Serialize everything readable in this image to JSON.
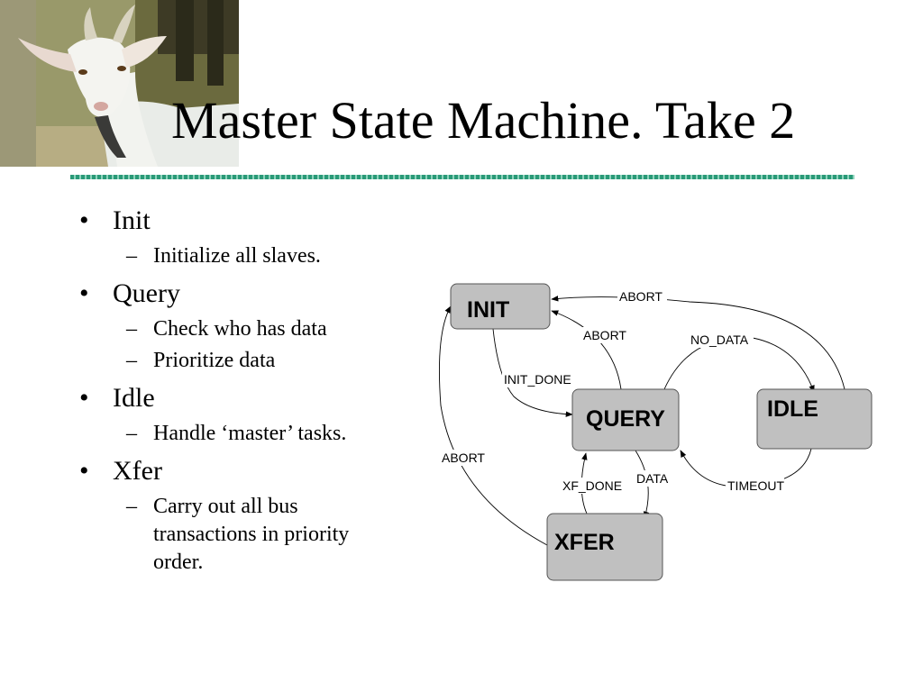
{
  "title": "Master State Machine. Take 2",
  "image_description_icon": "goat-photo",
  "bullets": [
    {
      "label": "Init",
      "subitems": [
        "Initialize all slaves."
      ]
    },
    {
      "label": "Query",
      "subitems": [
        "Check who has data",
        "Prioritize data"
      ]
    },
    {
      "label": "Idle",
      "subitems": [
        "Handle ‘master’ tasks."
      ]
    },
    {
      "label": "Xfer",
      "subitems": [
        "Carry out all bus transactions in priority order."
      ]
    }
  ],
  "diagram": {
    "states": {
      "init": "INIT",
      "query": "QUERY",
      "idle": "IDLE",
      "xfer": "XFER"
    },
    "edges": {
      "abort_idle_init": "ABORT",
      "abort_query_init": "ABORT",
      "no_data": "NO_DATA",
      "init_done": "INIT_DONE",
      "abort_xfer_init": "ABORT",
      "xf_done": "XF_DONE",
      "data": "DATA",
      "timeout": "TIMEOUT"
    },
    "colors": {
      "state_fill": "#c0c0c0",
      "state_stroke": "#555555"
    }
  },
  "colors": {
    "rule": "#2a9a78"
  }
}
